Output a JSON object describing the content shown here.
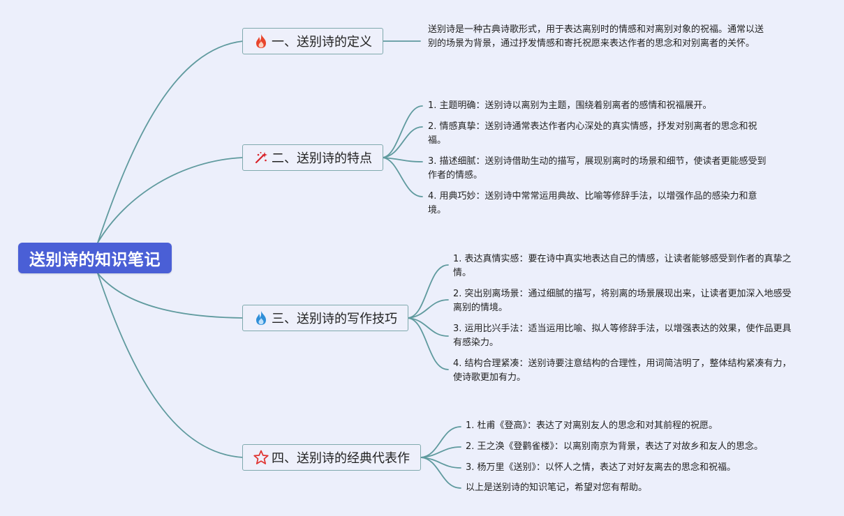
{
  "root": {
    "title": "送别诗的知识笔记"
  },
  "branches": [
    {
      "icon": "fire-icon",
      "label": "一、送别诗的定义",
      "items": [
        "送别诗是一种古典诗歌形式，用于表达离别时的情感和对离别对象的祝福。通常以送别的场景为背景，通过抒发情感和寄托祝愿来表达作者的思念和对别离者的关怀。"
      ]
    },
    {
      "icon": "sparkle-icon",
      "label": "二、送别诗的特点",
      "items": [
        "1. 主题明确：送别诗以离别为主题，围绕着别离者的感情和祝福展开。",
        "2. 情感真挚：送别诗通常表达作者内心深处的真实情感，抒发对别离者的思念和祝福。",
        "3. 描述细腻：送别诗借助生动的描写，展现别离时的场景和细节，使读者更能感受到作者的情感。",
        "4. 用典巧妙：送别诗中常常运用典故、比喻等修辞手法，以增强作品的感染力和意境。"
      ]
    },
    {
      "icon": "blue-flame-icon",
      "label": "三、送别诗的写作技巧",
      "items": [
        "1. 表达真情实感：要在诗中真实地表达自己的情感，让读者能够感受到作者的真挚之情。",
        "2. 突出别离场景：通过细腻的描写，将别离的场景展现出来，让读者更加深入地感受离别的情境。",
        "3. 运用比兴手法：适当运用比喻、拟人等修辞手法，以增强表达的效果，使作品更具有感染力。",
        "4. 结构合理紧凑：送别诗要注意结构的合理性，用词简洁明了，整体结构紧凑有力，使诗歌更加有力。"
      ]
    },
    {
      "icon": "star-icon",
      "label": "四、送别诗的经典代表作",
      "items": [
        "1. 杜甫《登高》：表达了对离别友人的思念和对其前程的祝愿。",
        "2. 王之涣《登鹳雀楼》：以离别南京为背景，表达了对故乡和友人的思念。",
        "3. 杨万里《送别》：以怀人之情，表达了对好友离去的思念和祝福。",
        "以上是送别诗的知识笔记，希望对您有帮助。"
      ]
    }
  ],
  "colors": {
    "background": "#eceffb",
    "root_fill": "#4a5fd6",
    "connector": "#5f9a9e",
    "topic_border": "#7fa9ad",
    "fire": "#e8452c",
    "sparkle": "#d8232a",
    "blue_flame": "#2f8fd8",
    "star": "#e0322f"
  }
}
